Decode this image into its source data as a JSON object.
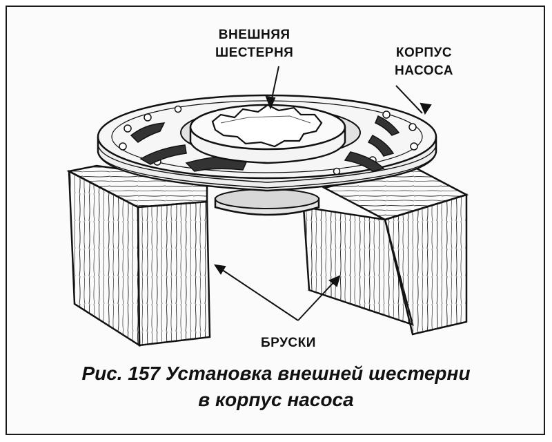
{
  "labels": {
    "outer_gear": [
      "ВНЕШНЯЯ",
      "ШЕСТЕРНЯ"
    ],
    "pump_housing": [
      "КОРПУС",
      "НАСОСА"
    ],
    "blocks": "БРУСКИ"
  },
  "caption": {
    "line1": "Рис. 157 Установка внешней шестерни",
    "line2": "в корпус насоса"
  }
}
